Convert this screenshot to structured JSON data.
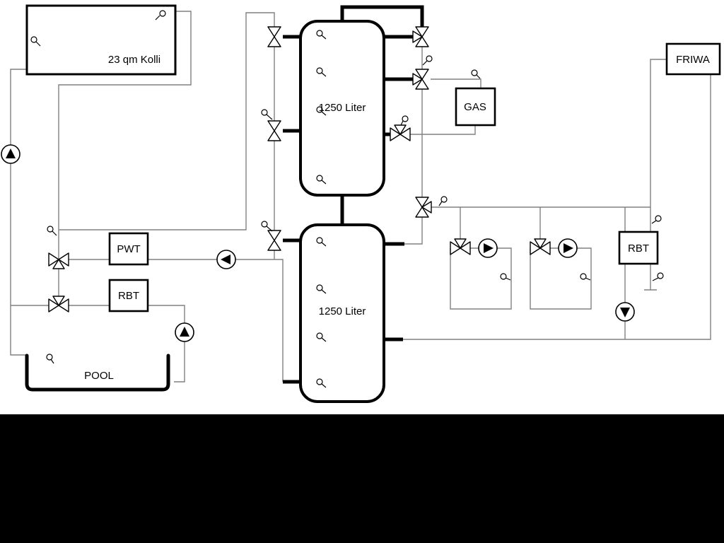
{
  "schematic": {
    "collector_label": "23 qm Kolli",
    "buffer_tank_top_label": "1250 Liter",
    "buffer_tank_bottom_label": "1250 Liter",
    "pwt_label": "PWT",
    "rbt_left_label": "RBT",
    "rbt_right_label": "RBT",
    "gas_label": "GAS",
    "friwa_label": "FRIWA",
    "pool_label": "POOL"
  },
  "colors": {
    "pipe": "#808080",
    "component_stroke": "#000000",
    "background": "#ffffff",
    "footer_band": "#000000"
  }
}
